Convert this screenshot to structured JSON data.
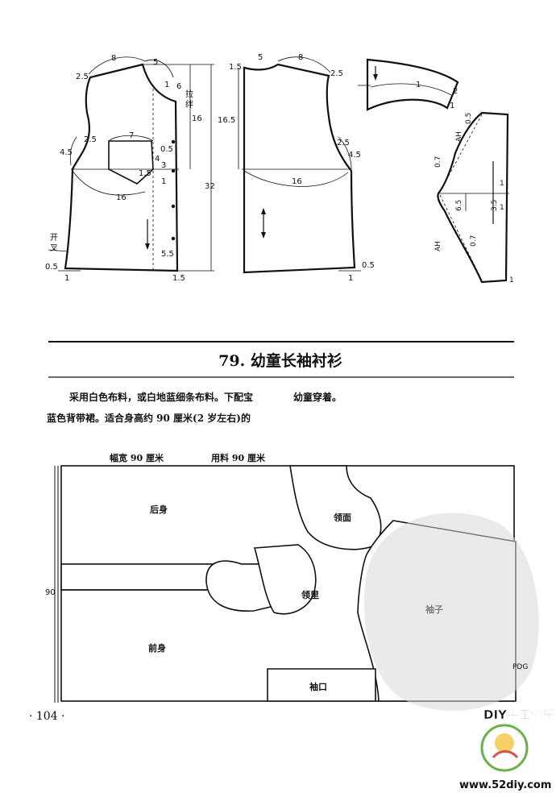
{
  "heading": "79. 幼童长袖衬衫",
  "intro": {
    "line1": "采用白色布料，或白地蓝细条布料。下配宝",
    "line1_right": "幼童穿着。",
    "line2": "蓝色背带裙。适合身高约 90 厘米(2 岁左右)的"
  },
  "layout": {
    "width_label": "幅宽 90 厘米",
    "usage_label": "用料 90 厘米",
    "side_dim": "90",
    "pieces": {
      "back": "后身",
      "front": "前身",
      "collar_outer": "领面",
      "collar_inner": "领里",
      "sleeve": "袖子",
      "cuff": "袖口"
    }
  },
  "pattern": {
    "front": {
      "d8": "8",
      "d5": "5",
      "d2_5a": "2.5",
      "d1": "1",
      "d6": "6",
      "placket": "拉\n绊",
      "d16": "16",
      "d32": "32",
      "d2_5b": "2.5",
      "d4_5": "4.5",
      "p7": "7",
      "p0_5": "0.5",
      "p4": "4",
      "p1_5": "1.5",
      "p3": "3",
      "p_bottom": "1",
      "d16_chest": "16",
      "slit": "开\n叉",
      "hem0_5": "0.5",
      "hem1": "1",
      "d5_5": "5.5",
      "hem1_5": "1.5"
    },
    "back": {
      "d1_5": "1.5",
      "d5": "5",
      "d8": "8",
      "d2_5": "2.5",
      "d16_5": "16.5",
      "d2_5b": "2.5",
      "d4_5": "4.5",
      "d16": "16",
      "hem0_5": "0.5",
      "hem1": "1"
    },
    "collar": {
      "c1": "1",
      "c2": "2",
      "c1b": "1"
    },
    "sleeve": {
      "ah": "AH",
      "s0_5": "0.5",
      "s0_7": "0.7",
      "s6_5": "6.5",
      "s3_5": "3.5",
      "s1": "1",
      "s1b": "1",
      "ah2": "AH",
      "s0_7b": "0.7",
      "s1c": "1"
    }
  },
  "footer": {
    "page_number": "· 104 ·",
    "watermark_text": "DIY手工俱乐部",
    "watermark_url": "www.52diy.com",
    "pdg": "PDG"
  }
}
